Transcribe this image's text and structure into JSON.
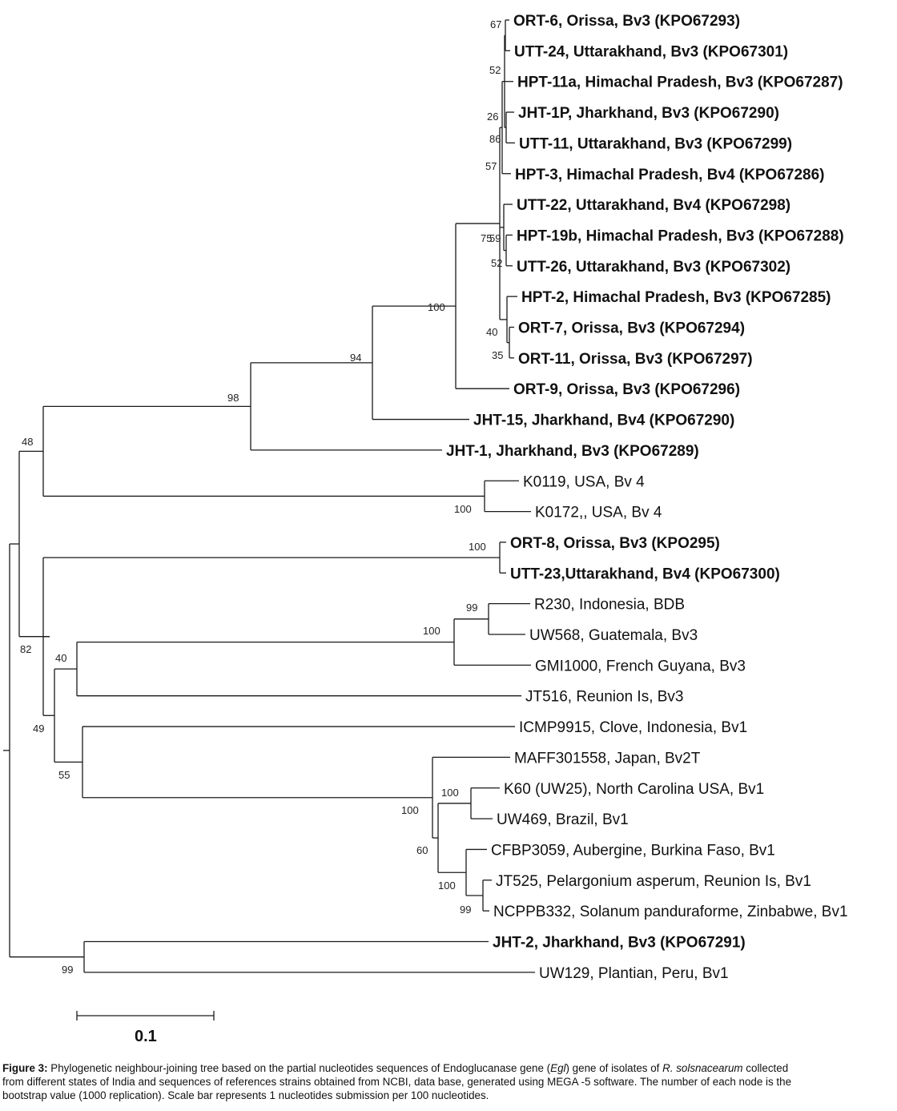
{
  "leaves": [
    {
      "id": "ort6",
      "label": "ORT-6, Orissa, Bv3 (KPO67293)",
      "bold": true
    },
    {
      "id": "utt24",
      "label": "UTT-24, Uttarakhand, Bv3 (KPO67301)",
      "bold": true
    },
    {
      "id": "hpt11a",
      "label": "HPT-11a, Himachal Pradesh, Bv3 (KPO67287)",
      "bold": true
    },
    {
      "id": "jht1p",
      "label": "JHT-1P, Jharkhand, Bv3 (KPO67290)",
      "bold": true
    },
    {
      "id": "utt11",
      "label": "UTT-11, Uttarakhand, Bv3 (KPO67299)",
      "bold": true
    },
    {
      "id": "hpt3",
      "label": "HPT-3, Himachal Pradesh, Bv4 (KPO67286)",
      "bold": true
    },
    {
      "id": "utt22",
      "label": "UTT-22, Uttarakhand, Bv4 (KPO67298)",
      "bold": true
    },
    {
      "id": "hpt19b",
      "label": "HPT-19b, Himachal Pradesh, Bv3 (KPO67288)",
      "bold": true
    },
    {
      "id": "utt26",
      "label": "UTT-26, Uttarakhand, Bv3 (KPO67302)",
      "bold": true
    },
    {
      "id": "hpt2",
      "label": "HPT-2, Himachal Pradesh, Bv3 (KPO67285)",
      "bold": true
    },
    {
      "id": "ort7",
      "label": "ORT-7, Orissa, Bv3  (KPO67294)",
      "bold": true
    },
    {
      "id": "ort11",
      "label": "ORT-11, Orissa, Bv3 (KPO67297)",
      "bold": true
    },
    {
      "id": "ort9",
      "label": "ORT-9, Orissa, Bv3 (KPO67296)",
      "bold": true
    },
    {
      "id": "jht15",
      "label": "JHT-15, Jharkhand, Bv4 (KPO67290)",
      "bold": true
    },
    {
      "id": "jht1",
      "label": "JHT-1, Jharkhand, Bv3 (KPO67289)",
      "bold": true
    },
    {
      "id": "k0119",
      "label": "K0119, USA, Bv 4",
      "bold": false
    },
    {
      "id": "k0172",
      "label": "K0172,, USA, Bv 4",
      "bold": false
    },
    {
      "id": "ort8",
      "label": "ORT-8, Orissa, Bv3 (KPO295)",
      "bold": true
    },
    {
      "id": "utt23",
      "label": "UTT-23,Uttarakhand, Bv4 (KPO67300)",
      "bold": true
    },
    {
      "id": "r230",
      "label": "R230, Indonesia, BDB",
      "bold": false
    },
    {
      "id": "uw568",
      "label": "UW568, Guatemala, Bv3",
      "bold": false
    },
    {
      "id": "gmi1000",
      "label": "GMI1000, French Guyana, Bv3",
      "bold": false
    },
    {
      "id": "jt516",
      "label": "JT516, Reunion Is, Bv3",
      "bold": false
    },
    {
      "id": "icmp9915",
      "label": "ICMP9915, Clove, Indonesia, Bv1",
      "bold": false
    },
    {
      "id": "maff",
      "label": "MAFF301558, Japan, Bv2T",
      "bold": false
    },
    {
      "id": "k60",
      "label": "K60 (UW25), North Carolina USA,  Bv1",
      "bold": false
    },
    {
      "id": "uw469",
      "label": "UW469, Brazil, Bv1",
      "bold": false
    },
    {
      "id": "cfbp",
      "label": "CFBP3059, Aubergine, Burkina Faso, Bv1",
      "bold": false
    },
    {
      "id": "jt525",
      "label": "JT525, Pelargonium asperum, Reunion Is, Bv1",
      "bold": false
    },
    {
      "id": "ncppb",
      "label": "NCPPB332,   Solanum panduraforme, Zinbabwe, Bv1",
      "bold": false
    },
    {
      "id": "jht2",
      "label": "JHT-2, Jharkhand, Bv3 (KPO67291)",
      "bold": true
    },
    {
      "id": "uw129",
      "label": "UW129, Plantian, Peru, Bv1",
      "bold": false
    }
  ],
  "bootstrap_values": [
    "67",
    "52",
    "26",
    "86",
    "57",
    "75",
    "59",
    "52",
    "40",
    "35",
    "100",
    "94",
    "98",
    "48",
    "100",
    "100",
    "99",
    "100",
    "40",
    "82",
    "49",
    "55",
    "100",
    "100",
    "60",
    "100",
    "99",
    "99"
  ],
  "scale_bar": {
    "label": "0.1"
  },
  "caption": {
    "label": "Figure 3:",
    "lines": [
      [
        "Phylogenetic neighbour-joining tree based on the partial nucleotides sequences of Endoglucanase gene (",
        "Egl",
        ") gene of isolates of ",
        "R. solsnacearum",
        " collected"
      ],
      "from different states of India and sequences of references strains obtained from NCBI,  data base, generated using MEGA -5 software. The number of each node is the",
      "bootstrap value (1000 replication). Scale bar represents 1 nucleotides submission per 100 nucleotides."
    ]
  }
}
